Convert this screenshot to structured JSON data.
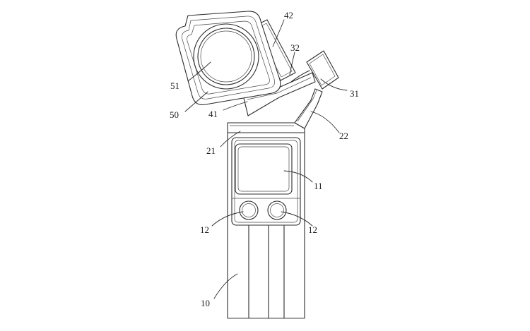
{
  "reference_numerals": [
    {
      "id": "label-42",
      "text": "42"
    },
    {
      "id": "label-32",
      "text": "32"
    },
    {
      "id": "label-51",
      "text": "51"
    },
    {
      "id": "label-31",
      "text": "31"
    },
    {
      "id": "label-50",
      "text": "50"
    },
    {
      "id": "label-41",
      "text": "41"
    },
    {
      "id": "label-22",
      "text": "22"
    },
    {
      "id": "label-21",
      "text": "21"
    },
    {
      "id": "label-11",
      "text": "11"
    },
    {
      "id": "label-12-left",
      "text": "12"
    },
    {
      "id": "label-12-right",
      "text": "12"
    },
    {
      "id": "label-10",
      "text": "10"
    }
  ],
  "colors": {
    "line": "#2b2b2b",
    "background": "#ffffff"
  }
}
